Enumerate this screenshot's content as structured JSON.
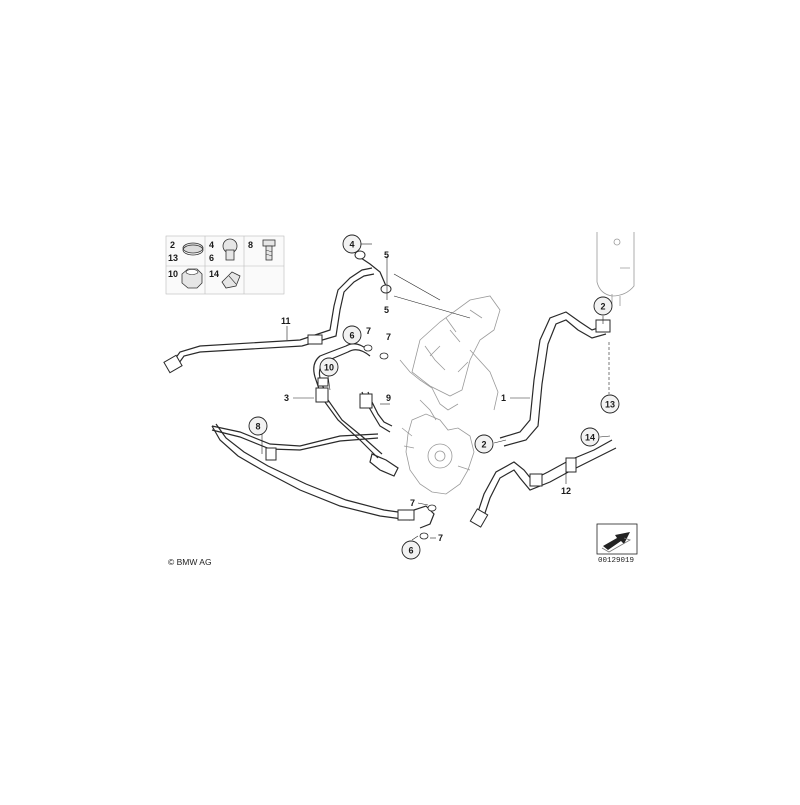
{
  "parts_legend": {
    "cells": [
      {
        "numbers": [
          "2",
          "13"
        ],
        "icon": "hose-clamp-icon"
      },
      {
        "numbers": [
          "4",
          "6"
        ],
        "icon": "hollow-bolt-icon"
      },
      {
        "numbers": [
          "8"
        ],
        "icon": "screw-icon"
      },
      {
        "numbers": [
          "10"
        ],
        "icon": "nut-icon"
      },
      {
        "numbers": [
          "14"
        ],
        "icon": "clip-icon"
      }
    ]
  },
  "callouts": {
    "c1": "1",
    "c2a": "2",
    "c2b": "2",
    "c3": "3",
    "c4": "4",
    "c5a": "5",
    "c5b": "5",
    "c6a": "6",
    "c6b": "6",
    "c7a": "7",
    "c7b": "7",
    "c7c": "7",
    "c7d": "7",
    "c8": "8",
    "c9": "9",
    "c10": "10",
    "c11": "11",
    "c12": "12",
    "c13": "13",
    "c14": "14"
  },
  "copyright": "© BMW AG",
  "diagram_id": "00129019",
  "colors": {
    "line": "#2a2a2a",
    "ghost": "#9a9a9a",
    "callout_fill": "#f2f2f2"
  }
}
